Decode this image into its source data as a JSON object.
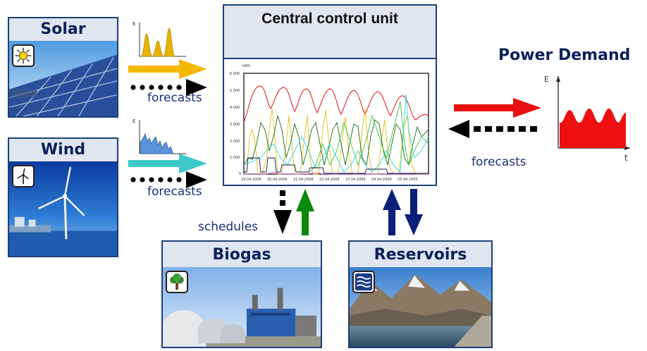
{
  "solar": {
    "title": "Solar",
    "icon": "sun-icon",
    "label": "forecasts"
  },
  "wind": {
    "title": "Wind",
    "icon": "wind-turbine-icon",
    "label": "forecasts"
  },
  "central": {
    "title": "Central control unit"
  },
  "power_demand": {
    "title": "Power Demand",
    "label": "forecasts",
    "axis_y": "E",
    "axis_x": "t"
  },
  "biogas": {
    "title": "Biogas",
    "icon": "tree-icon",
    "label": "schedules"
  },
  "reservoirs": {
    "title": "Reservoirs",
    "icon": "water-waves-icon"
  },
  "mini_chart_axis": "E",
  "chart": {
    "unit": "kWh",
    "y_ticks": [
      "6.000",
      "5.000",
      "4.000",
      "3.000",
      "2.000",
      "1.000",
      "0"
    ],
    "x_ticks": [
      "19.04.2006",
      "20.04.2006",
      "21.04.2006",
      "22.04.2006",
      "23.04.2006",
      "24.04.2006",
      "25.04.2006"
    ]
  },
  "colors": {
    "solar_arrow": "#f5b800",
    "wind_arrow": "#3cc8c8",
    "demand_arrow": "#e81010",
    "biogas_arrow": "#0a8a0a",
    "reservoir_arrow": "#0a1e7a",
    "title_navy": "#0d1f5c"
  }
}
